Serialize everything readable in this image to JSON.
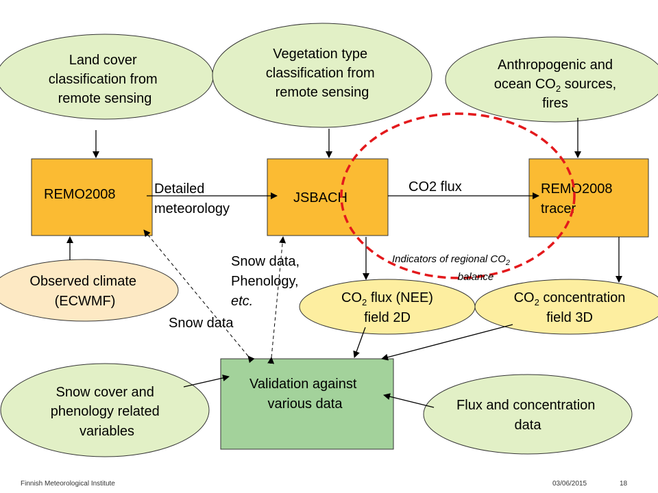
{
  "nodes": {
    "land_cover": {
      "lines": [
        "Land cover",
        "classification from",
        "remote sensing"
      ]
    },
    "vegetation": {
      "lines": [
        "Vegetation type",
        "classification from",
        "remote sensing"
      ]
    },
    "anthro": {
      "line1": "Anthropogenic and",
      "line2_pre": "ocean CO",
      "line2_sub": "2",
      "line2_post": " sources,",
      "line3": "fires"
    },
    "remo_left": {
      "label": "REMO2008"
    },
    "jsbach": {
      "label": "JSBACH"
    },
    "remo_tracer": {
      "lines": [
        "REMO2008",
        "tracer"
      ]
    },
    "observed": {
      "lines": [
        "Observed climate",
        "(ECWMF)"
      ]
    },
    "co2_flux_field": {
      "line1_pre": "CO",
      "line1_sub": "2",
      "line1_post": " flux (NEE)",
      "line2": "field 2D"
    },
    "co2_conc_field": {
      "line1_pre": "CO",
      "line1_sub": "2",
      "line1_post": " concentration",
      "line2": "field 3D"
    },
    "validation": {
      "lines": [
        "Validation against",
        "various data"
      ]
    },
    "snow_cover": {
      "lines": [
        "Snow cover and",
        "phenology related",
        "variables"
      ]
    },
    "flux_conc": {
      "lines": [
        "Flux and concentration",
        "data"
      ]
    }
  },
  "labels": {
    "detailed_met": [
      "Detailed",
      "meteorology"
    ],
    "co2_flux": "CO2 flux",
    "snow_pheno": [
      "Snow data,",
      "Phenology,",
      "etc."
    ],
    "snow_data": "Snow data",
    "indicators": {
      "line1_pre": "Indicators of regional CO",
      "line1_sub": "2",
      "line2": "balance"
    }
  },
  "footer": {
    "org": "Finnish Meteorological Institute",
    "date": "03/06/2015",
    "page": "18"
  },
  "colors": {
    "green_ellipse": "#e2f0c6",
    "beige_ellipse": "#fde9c4",
    "yellow_ellipse": "#fdeea0",
    "orange_box": "#fbbb33",
    "validation_box": "#a3d29b",
    "red_dash": "#e3191c"
  }
}
